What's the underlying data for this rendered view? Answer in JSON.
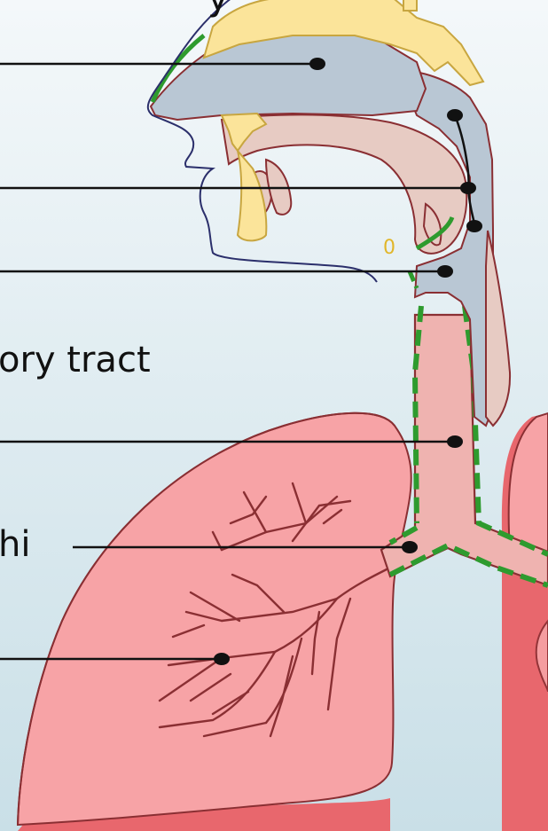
{
  "diagram": {
    "labels": {
      "top_fragment": "y",
      "tract_fragment": "ory tract",
      "bronchi_fragment": "hi"
    },
    "colors": {
      "background_top": "#f4f8fa",
      "background_bottom": "#c9dfe7",
      "lung": "#f7a3a6",
      "lung_shadow": "#e8676d",
      "cavity": "#b9c7d4",
      "bone": "#fbe49a",
      "bone_edge": "#c8a640",
      "tissue": "#e7cbc3",
      "trachea": "#efb3b0",
      "tissue_edge": "#8a2f33",
      "mucosa": "#2e9b2e",
      "outline": "#2b2f6b",
      "leader_line": "#111111"
    },
    "pointer_marks": [
      "nasal-cavity",
      "nasopharynx-top",
      "oropharynx",
      "laryngopharynx",
      "larynx",
      "trachea",
      "carina",
      "bronchi-tree"
    ]
  }
}
